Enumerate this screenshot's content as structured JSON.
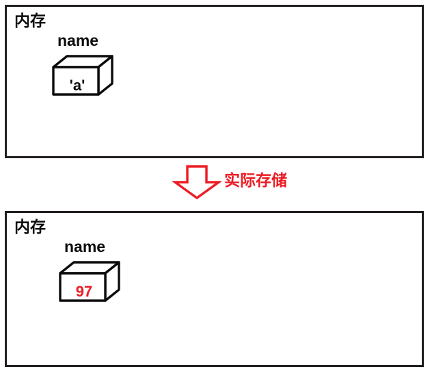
{
  "diagram": {
    "title_top": "内存",
    "title_bottom": "内存",
    "colors": {
      "outline": "#231f20",
      "red": "#ed1c24",
      "text": "#0c0c0c",
      "background": "#ffffff"
    },
    "panels": [
      {
        "name": "memory-before",
        "title": "内存",
        "variable": {
          "label": "name",
          "value": "'a'",
          "value_color": "#0c0c0c"
        }
      },
      {
        "name": "memory-after",
        "title": "内存",
        "variable": {
          "label": "name",
          "value": "97",
          "value_color": "#ed1c24"
        }
      }
    ],
    "transition": {
      "label": "实际存储",
      "arrow": "down-arrow-icon",
      "color": "#ed1c24"
    }
  }
}
